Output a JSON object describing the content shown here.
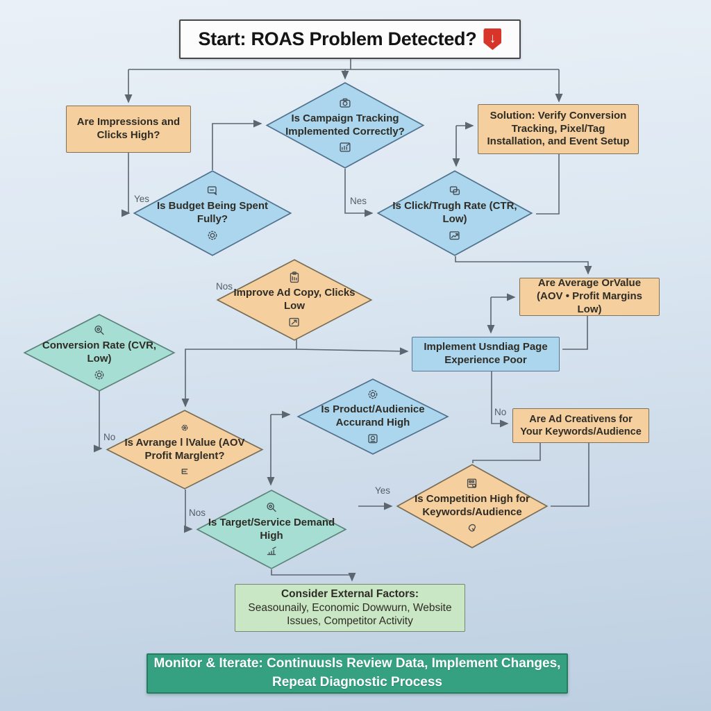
{
  "title": {
    "text": "Start: ROAS Problem Detected?",
    "icon": "red-shield-down-arrow-icon",
    "arrow_glyph": "↓"
  },
  "nodes": {
    "impressions": {
      "label": "Are Impressions and Clicks High?"
    },
    "campaign": {
      "label": "Is Campaign Tracking Implemented Correctly?",
      "icon_top": "camera-icon",
      "icon_bottom": "analytics-board-icon"
    },
    "solution": {
      "lead": "Solution:",
      "rest": " Verify Conversion Tracking, Pixel/Tag Installation, and Event Setup"
    },
    "budget": {
      "label": "Is Budget Being Spent Fully?",
      "icon_top": "note-card-icon",
      "icon_bottom": "gear-icon"
    },
    "ctr": {
      "label": "Is Click/Trugh Rate (CTR, Low)",
      "icon_top": "cards-icon",
      "icon_bottom": "line-chart-icon"
    },
    "improve": {
      "label": "Improve Ad Copy, Clicks Low",
      "icon_top": "clipboard-icon",
      "icon_bottom": "box-arrow-icon"
    },
    "aov": {
      "label": "Are Average OrValue (AOV • Profit Margins Low)"
    },
    "cvr": {
      "label": "Conversion Rate (CVR, Low)",
      "icon_top": "magnifier-icon",
      "icon_bottom": "gear-icon"
    },
    "implement": {
      "label": "Implement Usndiag Page Experience Poor"
    },
    "product": {
      "label": "Is Product/Audienice Accurand High",
      "icon_top": "gear-icon",
      "icon_bottom": "camera-icon"
    },
    "adcreatives": {
      "label": "Are Ad Creativens for Your Keywords/Audience"
    },
    "avrange": {
      "label": "Is Avrange l lValue (AOV Profit Marglent?",
      "icon_top": "dotted-gear-icon",
      "icon_bottom": "lines-icon"
    },
    "target": {
      "label": "Is Target/Service Demand High",
      "icon_top": "magnifier-icon",
      "icon_bottom": "rising-bars-icon"
    },
    "competition": {
      "label": "Is Competition High for Keywords/Audience",
      "icon_top": "grid-form-icon",
      "icon_bottom": "blob-icon"
    },
    "consider": {
      "lead": "Consider External Factors:",
      "rest": "Seasounaily, Economic Dowwurn, Website Issues, Competitor Activity"
    },
    "monitor": {
      "label": "Monitor & Iterate: Continuusls Review Data, Implement Changes, Repeat Diagnostic Process"
    }
  },
  "edges": {
    "impressions_budget": "Yes",
    "campaign_ctr": "Nes",
    "budget_improve": "Nos",
    "cvr_avrange": "No",
    "avrange_target": "Nos",
    "implement_adcreatives": "No",
    "to_competition": "Yes"
  },
  "colors": {
    "orange_fill": "#f6cf9f",
    "blue_fill": "#abd6ee",
    "teal_fill": "#a6ded3",
    "green_box_fill": "#c9e6c5",
    "banner_fill": "#35a181",
    "title_badge_red": "#d8352a",
    "line": "#5c6670",
    "background_top": "#eaf0f7",
    "background_bottom": "#bccfe1"
  }
}
